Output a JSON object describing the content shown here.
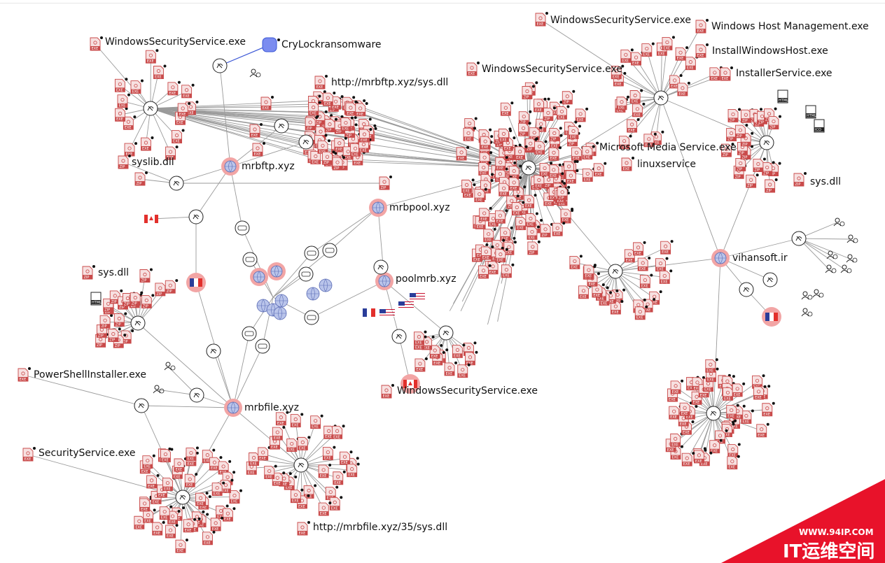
{
  "labels": {
    "wss_topleft": "WindowsSecurityService.exe",
    "crylock": "CryLockransomware",
    "http_sysdll": "http://mrbftp.xyz/sys.dll",
    "syslib": "syslib.dll",
    "mrbftp": "mrbftp.xyz",
    "mrbpool": "mrbpool.xyz",
    "poolmrb": "poolmrb.xyz",
    "sysdll_left": "sys.dll",
    "powershell": "PowerShellInstaller.exe",
    "mrbfile": "mrbfile.xyz",
    "securityservice": "SecurityService.exe",
    "http_mrbfile": "http://mrbfile.xyz/35/sys.dll",
    "wss_center_bottom": "WindowsSecurityService.exe",
    "wss_center_top": "WindowsSecurityService.exe",
    "wss_topright": "WindowsSecurityService.exe",
    "windows_host_mgmt": "Windows Host Management.exe",
    "install_windows_host": "InstallWindowsHost.exe",
    "installer_service": "InstallerService.exe",
    "ms_media": "Microsoft Media Service.exe",
    "linuxservice": "linuxservice",
    "sysdll_right": "sys.dll",
    "vihansoft": "vihansoft.ir"
  },
  "icons": {
    "exe_tag": "EXE",
    "zip_tag": "ZIP",
    "html_tag": "HTML",
    "ico_tag": "ICO"
  },
  "watermark": {
    "url": "WWW.94IP.COM",
    "title": "IT运维空间"
  },
  "colors": {
    "domain_ring": "#f2a5a5",
    "file_icon": "#c94a4a",
    "edge": "#9a9a9a",
    "watermark": "#e8122a"
  }
}
